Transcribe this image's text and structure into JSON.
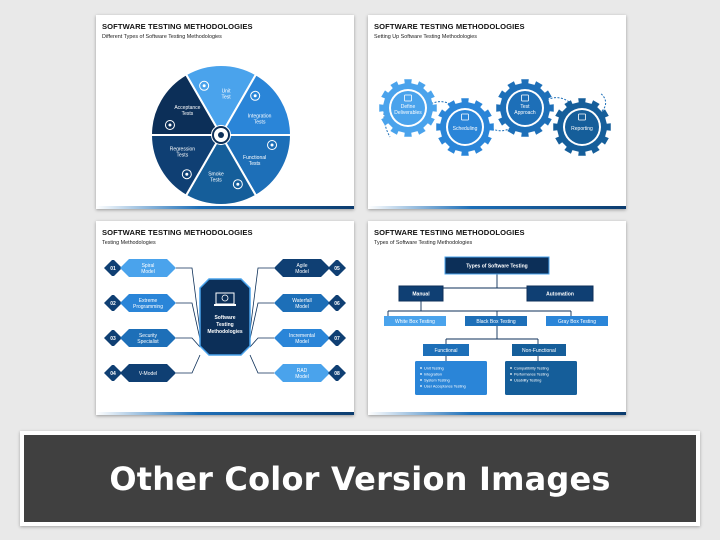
{
  "slide1": {
    "title": "SOFTWARE TESTING METHODOLOGIES",
    "subtitle": "Different Types of Software Testing Methodologies",
    "segments": [
      "Unit Test",
      "Integration Tests",
      "Functional Tests",
      "Smoke Tests",
      "Regression Tests",
      "Acceptance Tests"
    ],
    "icons": [
      "gear-code-icon",
      "gear-icon",
      "monitor-icon",
      "fire-icon",
      "gear-icon",
      "people-icon"
    ],
    "colors": [
      "#4aa3ec",
      "#2a85d8",
      "#1d6fb8",
      "#155e9a",
      "#0f3f73",
      "#0c2f58"
    ]
  },
  "slide2": {
    "title": "SOFTWARE TESTING METHODOLOGIES",
    "subtitle": "Setting Up Software Testing Methodologies",
    "gears": [
      {
        "label": "Define Deliverables",
        "icon": "checklist-icon"
      },
      {
        "label": "Scheduling",
        "icon": "calendar-icon"
      },
      {
        "label": "Test Approach",
        "icon": "document-icon"
      },
      {
        "label": "Reporting",
        "icon": "clipboard-icon"
      }
    ]
  },
  "slide3": {
    "title": "SOFTWARE TESTING METHODOLOGIES",
    "subtitle": "Testing Methodologies",
    "center": "Software Testing Methodologies",
    "left": [
      {
        "num": "01",
        "label": "Spiral Model"
      },
      {
        "num": "02",
        "label": "Extreme Programming"
      },
      {
        "num": "03",
        "label": "Security Specialist"
      },
      {
        "num": "04",
        "label": "V-Model"
      }
    ],
    "right": [
      {
        "num": "05",
        "label": "Agile Model"
      },
      {
        "num": "06",
        "label": "Waterfall Model"
      },
      {
        "num": "07",
        "label": "Incremental Model"
      },
      {
        "num": "08",
        "label": "RAD Model"
      }
    ]
  },
  "slide4": {
    "title": "SOFTWARE TESTING METHODOLOGIES",
    "subtitle": "Types of Software Testing Methodologies",
    "root": "Types of Software Testing",
    "level1": [
      "Manual",
      "Automation"
    ],
    "level2": [
      "White Box Testing",
      "Black Box Testing",
      "Gray Box Testing"
    ],
    "level3": [
      "Functional",
      "Non-Functional"
    ],
    "functional_items": [
      "Unit Testing",
      "Integration",
      "System Testing",
      "User Acceptance Testing"
    ],
    "nonfunctional_items": [
      "Compatibility Testing",
      "Performance Testing",
      "Usability Testing"
    ]
  },
  "banner": {
    "text": "Other Color Version Images"
  }
}
